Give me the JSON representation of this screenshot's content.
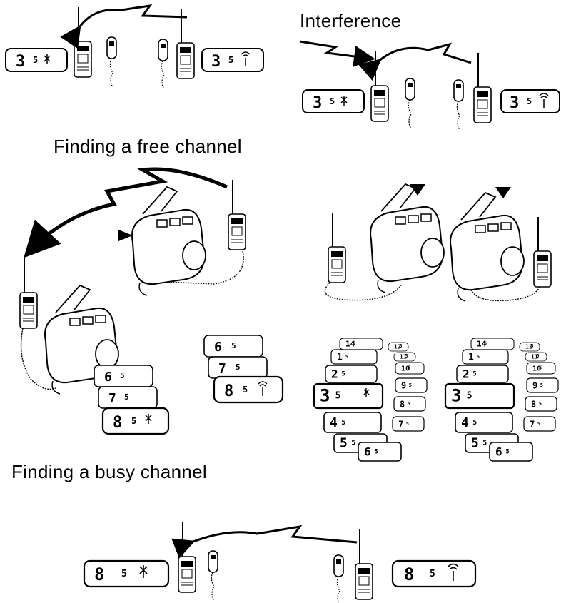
{
  "headings": {
    "interference": "Interference",
    "free_channel": "Finding a free channel",
    "busy_channel": "Finding a busy channel"
  },
  "icons": [
    "radio-icon",
    "microphone-icon",
    "signal-arrow-icon",
    "lcd-display-icon",
    "pointer-arrow-icon",
    "transmit-icon",
    "receive-icon"
  ],
  "displays": {
    "top_left_tx": {
      "channel": "3",
      "sub": "5",
      "mode": "transmit"
    },
    "top_left_rx": {
      "channel": "3",
      "sub": "5",
      "mode": "receive"
    },
    "interference_tx": {
      "channel": "3",
      "sub": "5",
      "mode": "transmit"
    },
    "interference_rx": {
      "channel": "3",
      "sub": "5",
      "mode": "receive"
    },
    "free_stack_a": [
      {
        "channel": "6",
        "sub": "5"
      },
      {
        "channel": "7",
        "sub": "5"
      },
      {
        "channel": "8",
        "sub": "5",
        "mode": "transmit"
      }
    ],
    "free_stack_b": [
      {
        "channel": "6",
        "sub": "5"
      },
      {
        "channel": "7",
        "sub": "5"
      },
      {
        "channel": "8",
        "sub": "5",
        "mode": "receive"
      }
    ],
    "scan_left": [
      "14",
      "1",
      "2",
      "3",
      "4",
      "5",
      "6",
      "7",
      "8",
      "9",
      "10",
      "11",
      "12"
    ],
    "scan_right": [
      "14",
      "1",
      "2",
      "3",
      "4",
      "5",
      "6",
      "7",
      "8",
      "9",
      "10",
      "11",
      "12"
    ],
    "busy_tx": {
      "channel": "8",
      "sub": "5",
      "mode": "transmit"
    },
    "busy_rx": {
      "channel": "8",
      "sub": "5",
      "mode": "receive"
    }
  }
}
